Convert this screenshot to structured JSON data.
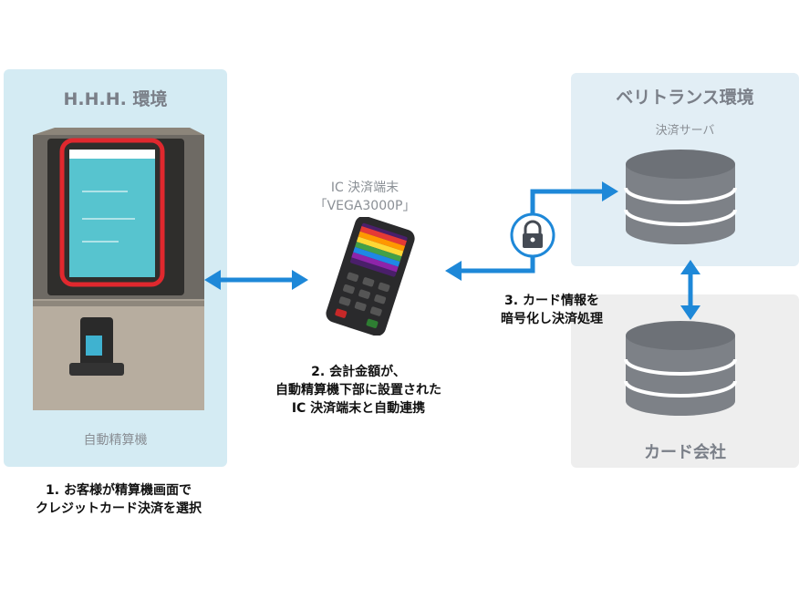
{
  "hhh_panel": {
    "title": "H.H.H. 環境",
    "machine_label": "自動精算機"
  },
  "terminal": {
    "line1": "IC 決済端末",
    "line2": "「VEGA3000P」"
  },
  "veritrans_panel": {
    "title": "ベリトランス環境",
    "server_label": "決済サーバ"
  },
  "card_panel": {
    "title": "カード会社"
  },
  "steps": {
    "step1": {
      "line1": "1. お客様が精算機画面で",
      "line2": "クレジットカード決済を選択"
    },
    "step2": {
      "line1": "2. 会計金額が、",
      "line2": "自動精算機下部に設置された",
      "line3": "IC 決済端末と自動連携"
    },
    "step3": {
      "line1": "3. カード情報を",
      "line2": "暗号化し決済処理"
    }
  },
  "colors": {
    "arrow": "#1e88d8",
    "left_panel": "#d4ebf3",
    "veri_panel": "#e2eef5",
    "card_panel": "#eeeeee",
    "highlight": "#e0282e",
    "database": "#7d8187"
  }
}
